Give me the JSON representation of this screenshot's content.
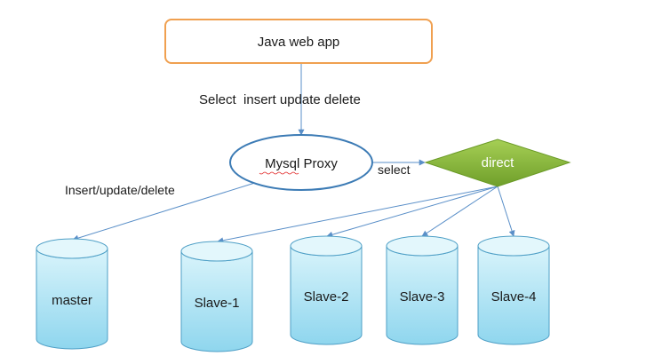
{
  "diagram": {
    "app": {
      "label": "Java web app"
    },
    "proxy": {
      "label": "Mysql Proxy"
    },
    "router": {
      "label": "direct"
    },
    "databases": [
      {
        "label": "master"
      },
      {
        "label": "Slave-1"
      },
      {
        "label": "Slave-2"
      },
      {
        "label": "Slave-3"
      },
      {
        "label": "Slave-4"
      }
    ],
    "edges": {
      "app_to_proxy": "Select  insert update delete",
      "proxy_to_router": "select",
      "proxy_to_master": "Insert/update/delete"
    },
    "colors": {
      "app_border": "#f0a050",
      "proxy_border": "#3c7bb5",
      "router_fill": "#8fbe3a",
      "cylinder_fill": "#bfeaf6",
      "cylinder_stroke": "#4e9fc6",
      "edge": "#5a8fc8"
    }
  }
}
